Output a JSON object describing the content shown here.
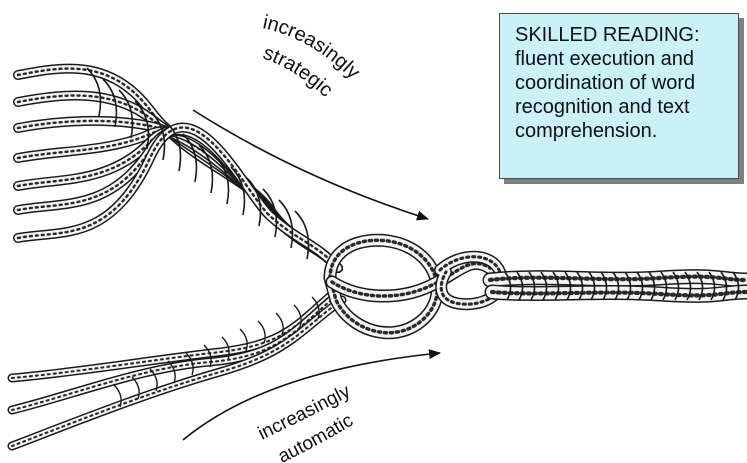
{
  "labels": {
    "top": [
      "increasingly",
      "strategic"
    ],
    "bottom": [
      "increasingly",
      "automatic"
    ]
  },
  "info_box": {
    "lines": [
      "SKILLED READING:",
      "fluent execution and",
      "coordination of word",
      "recognition and text",
      "comprehension."
    ]
  },
  "colors": {
    "box_fill": "#c9f1f7",
    "box_border": "#4a4a4a",
    "box_shadow": "#7f7f7f",
    "ink": "#1a1a1a",
    "strand_fill": "#f4f4f4"
  },
  "icons": {
    "top_arrow": "curved-arrow-right",
    "bottom_arrow": "curved-arrow-right"
  }
}
